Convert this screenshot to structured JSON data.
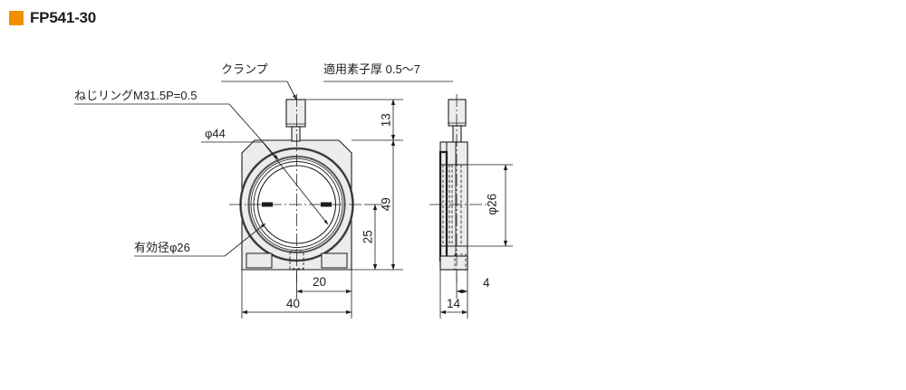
{
  "header": {
    "marker_color": "#f09000",
    "title": "FP541-30"
  },
  "drawing": {
    "type": "technical-drawing",
    "description": "Two-view mechanical drawing of optical filter holder FP541-30: front view (left) and side view (right)",
    "line_color": "#1d1d1b",
    "fill_color": "#ececec",
    "background": "#ffffff",
    "callouts": [
      {
        "id": "screw-ring",
        "text": "ねじリングM31.5P=0.5"
      },
      {
        "id": "clamp",
        "text": "クランプ"
      },
      {
        "id": "element-thickness",
        "text": "適用素子厚 0.5～7"
      },
      {
        "id": "outer-diameter",
        "text": "φ44"
      },
      {
        "id": "effective-diameter",
        "text": "有効径φ26"
      }
    ],
    "dimensions_front": [
      {
        "id": "height-clamp",
        "value": "13",
        "orientation": "vertical"
      },
      {
        "id": "height-overall",
        "value": "49",
        "orientation": "vertical"
      },
      {
        "id": "height-center",
        "value": "25",
        "orientation": "vertical"
      },
      {
        "id": "width-slot",
        "value": "20",
        "orientation": "horizontal"
      },
      {
        "id": "width-overall",
        "value": "40",
        "orientation": "horizontal"
      }
    ],
    "dimensions_side": [
      {
        "id": "aperture-diameter",
        "value": "φ26",
        "orientation": "vertical"
      },
      {
        "id": "depth-overall",
        "value": "14",
        "orientation": "horizontal"
      },
      {
        "id": "depth-step",
        "value": "4",
        "orientation": "horizontal"
      }
    ]
  }
}
